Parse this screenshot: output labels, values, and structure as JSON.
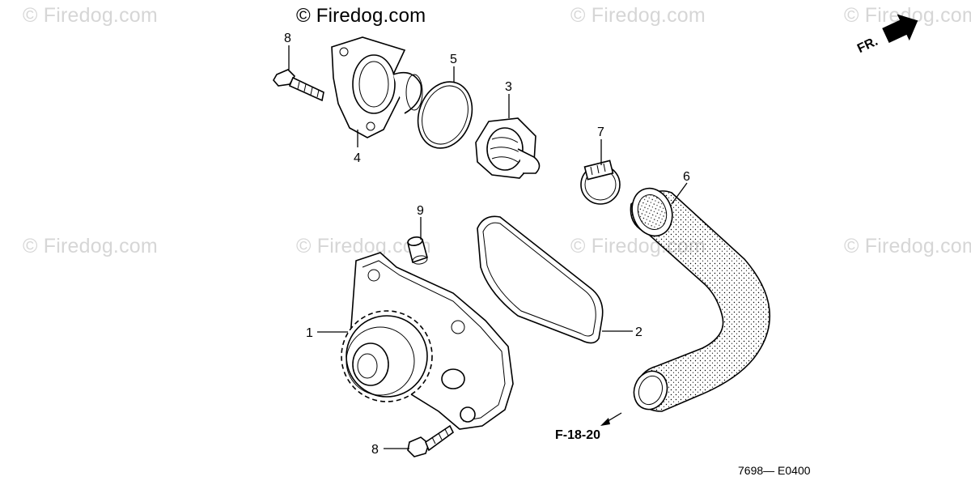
{
  "watermarks": {
    "brand": "© Firedog.com"
  },
  "callouts": {
    "c1": "1",
    "c2": "2",
    "c3": "3",
    "c4": "4",
    "c5": "5",
    "c6": "6",
    "c7": "7",
    "c8_top": "8",
    "c8_bottom": "8",
    "c9": "9"
  },
  "reference": "F-18-20",
  "front_marker": "FR.",
  "diagram_code": "7698— E0400"
}
